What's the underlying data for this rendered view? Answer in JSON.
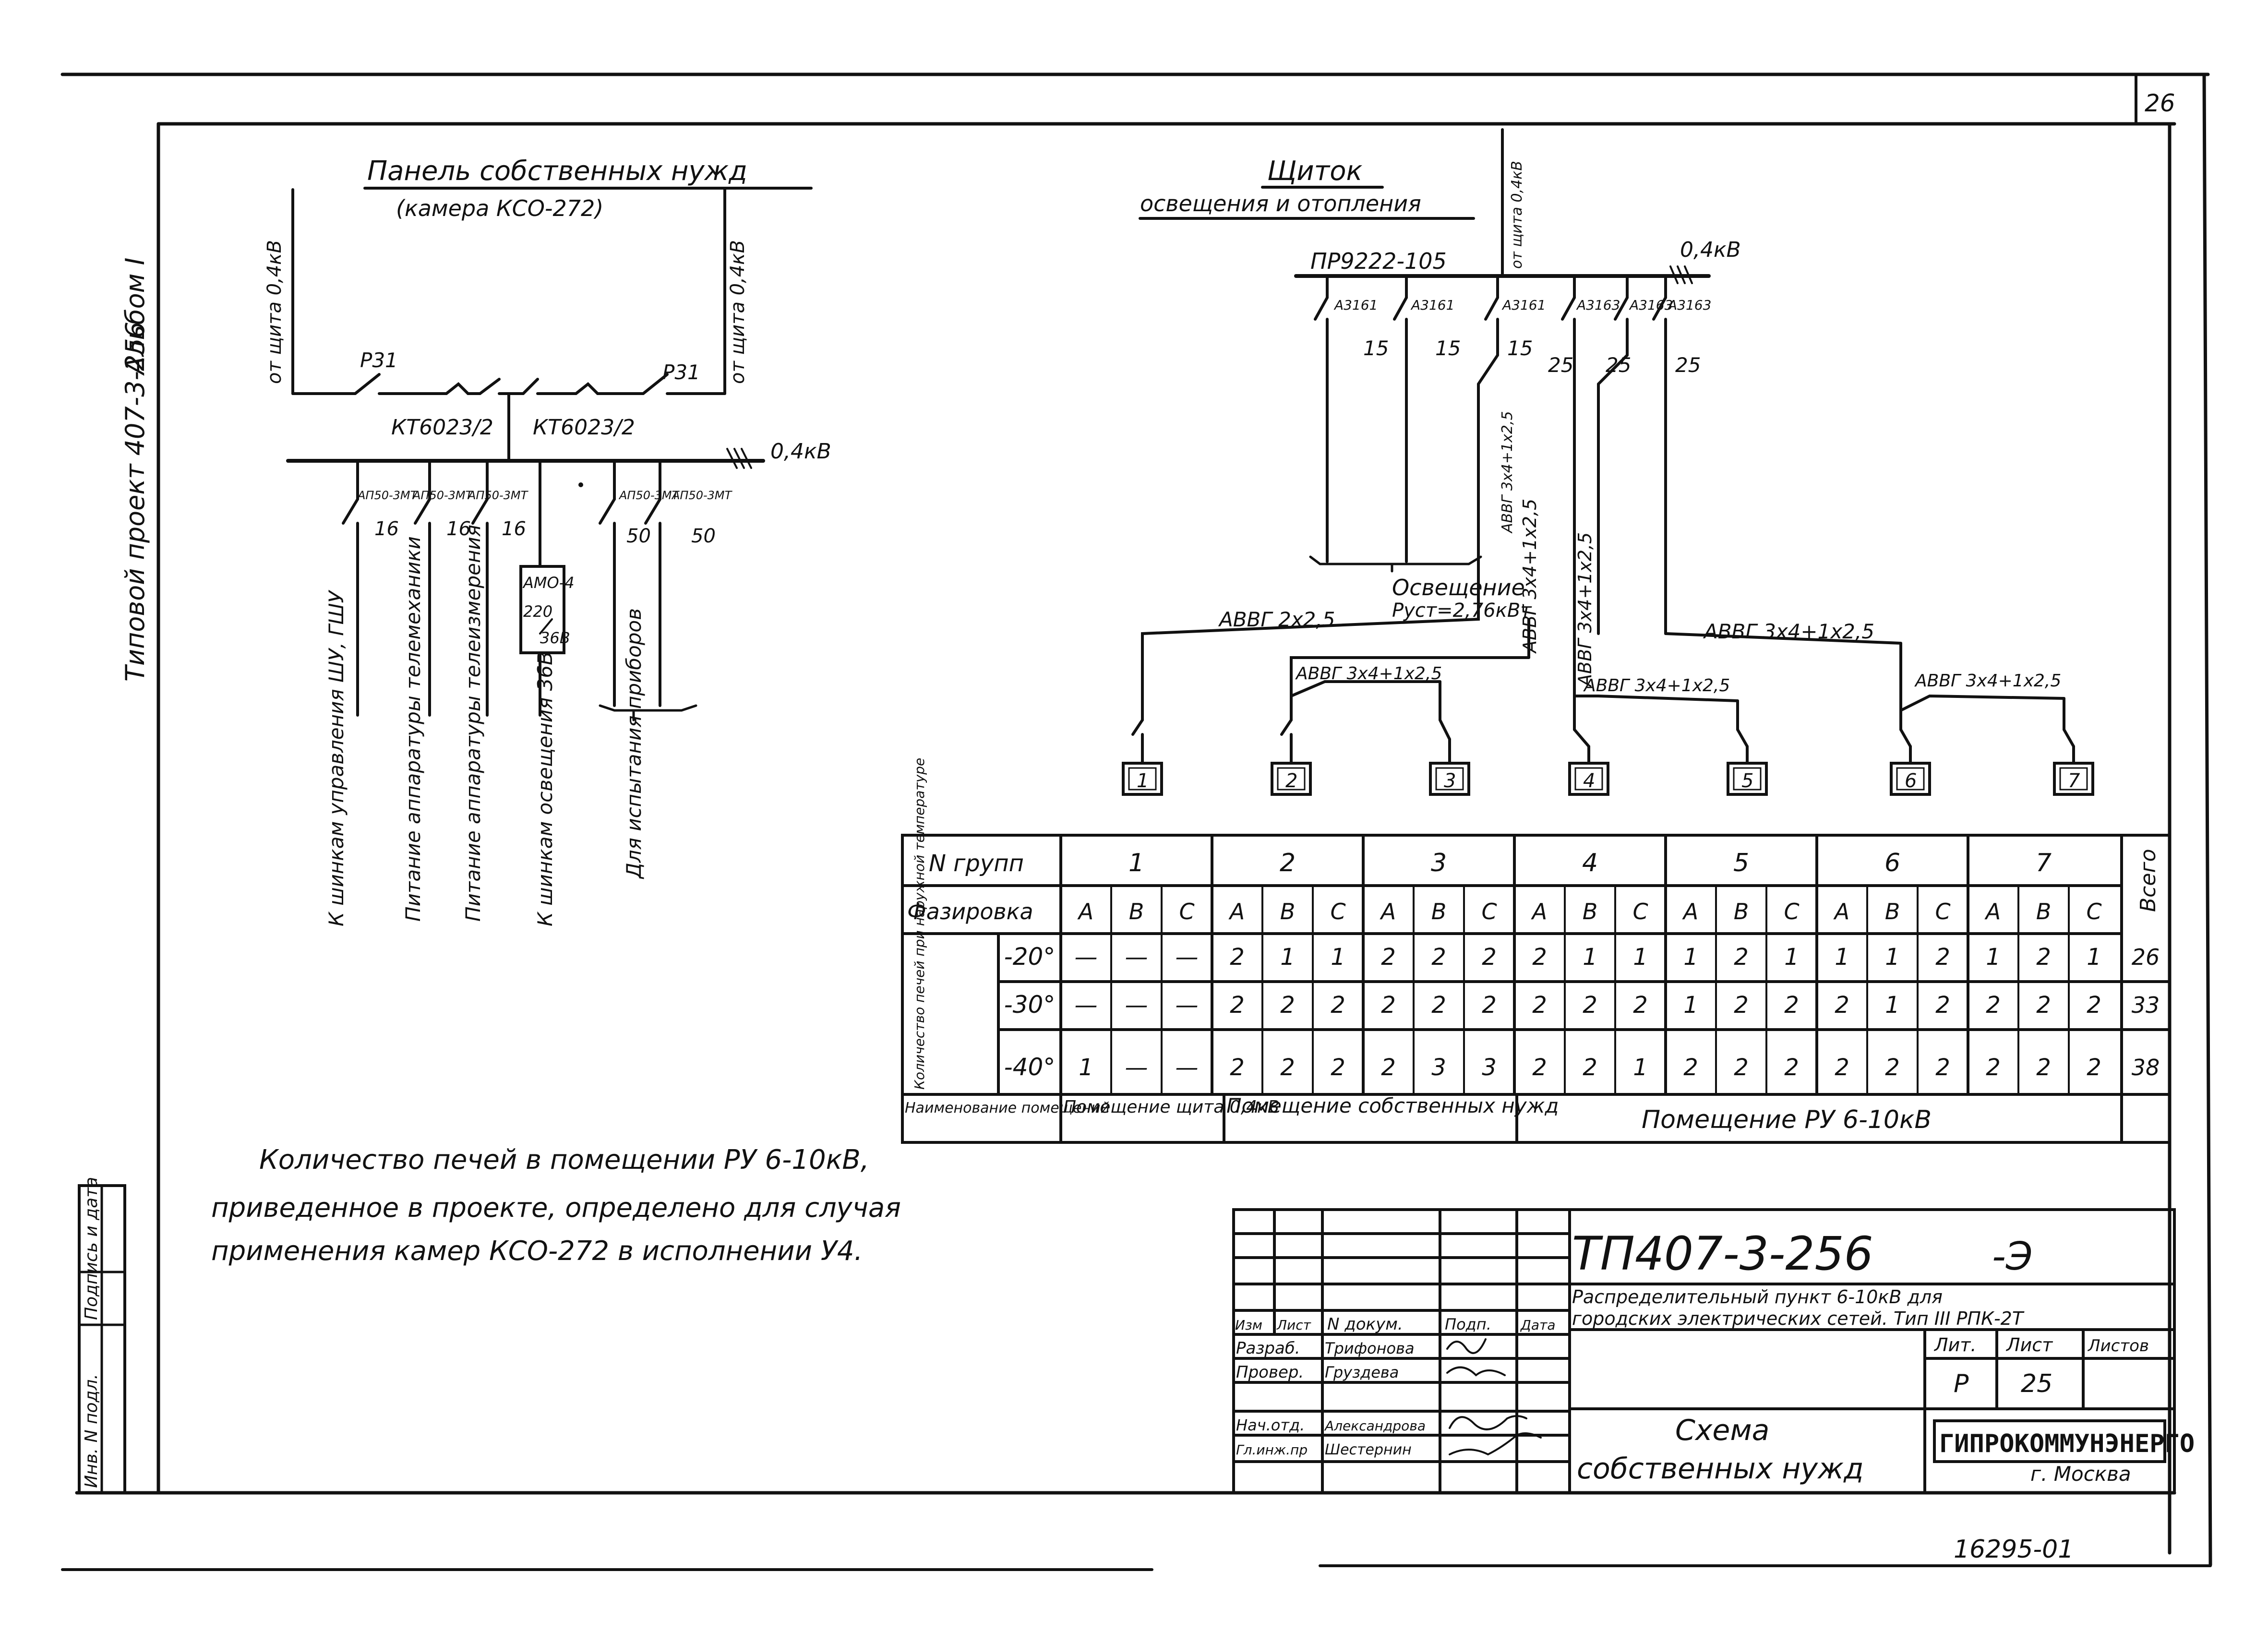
{
  "sheet_number": "26",
  "bottom_code": "16295-01",
  "side_labels": {
    "album": "Альбом I",
    "project": "Типовой проект 407-3-256"
  },
  "stamp_column": {
    "inv_original": "Инв. N подл.",
    "signature_date": "Подпись и дата"
  },
  "panel": {
    "title": "Панель собственных нужд",
    "subtitle": "(камера КСО-272)",
    "left_source": "от щита 0,4кВ",
    "right_source": "от щита 0,4кВ",
    "switch_left": "Р31",
    "switch_right": "Р31",
    "contactor_left": "КТ6023/2",
    "contactor_right": "КТ6023/2",
    "bus_voltage": "0,4кВ",
    "breakers": [
      "АП50-3МТ",
      "АП50-3МТ",
      "АП50-3МТ",
      "АП50-3МТ",
      "АП50-3МТ"
    ],
    "currents": [
      "16",
      "16",
      "16",
      "50",
      "50"
    ],
    "transformer": {
      "type": "АМО-4",
      "ratio_top": "220",
      "ratio_bottom": "36В"
    },
    "loads": [
      "К шинкам управления ШУ, ГШУ",
      "Питание аппаратуры телемеханики",
      "Питание аппаратуры телеизмерения",
      "К шинкам освещения 36В",
      "Для испытания приборов"
    ]
  },
  "shield": {
    "title": "Щиток",
    "subtitle": "освещения и отопления",
    "source": "от щита 0,4кВ",
    "type": "ПР9222-105",
    "bus_voltage": "0,4кВ",
    "breakers": [
      "А3161",
      "А3161",
      "А3161",
      "А3163",
      "А3163",
      "А3163"
    ],
    "currents": [
      "15",
      "15",
      "15",
      "25",
      "25",
      "25"
    ],
    "lighting_label": "Освещение",
    "lighting_power": "Руст=2,76кВт",
    "cable_lighting": "АВВГ 2х2,5",
    "cable_vertical_1": "АВВГ 3х4+1х2,5",
    "cable_vertical_2": "АВВГ 3х4+1х2,5",
    "cable_vertical_3": "АВВГ 3х4+1х2,5",
    "cable_long": "АВВГ 3х4+1х2,5",
    "cable_2_3": "АВВГ 3х4+1х2,5",
    "cable_4_5": "АВВГ 3х4+1х2,5",
    "cable_6_7": "АВВГ 3х4+1х2,5",
    "groups": [
      "1",
      "2",
      "3",
      "4",
      "5",
      "6",
      "7"
    ]
  },
  "table": {
    "group_header": "N групп",
    "phase_header": "Фазировка",
    "total_header": "Всего",
    "vertical_label": "Количество печей при наружной температуре",
    "groups": [
      "1",
      "2",
      "3",
      "4",
      "5",
      "6",
      "7"
    ],
    "phases": [
      "А",
      "В",
      "С"
    ],
    "rows": [
      {
        "temp": "-20°",
        "values": [
          "—",
          "—",
          "—",
          "2",
          "1",
          "1",
          "2",
          "2",
          "2",
          "2",
          "1",
          "1",
          "1",
          "2",
          "1",
          "1",
          "1",
          "2",
          "1",
          "2",
          "1"
        ],
        "total": "26"
      },
      {
        "temp": "-30°",
        "values": [
          "—",
          "—",
          "—",
          "2",
          "2",
          "2",
          "2",
          "2",
          "2",
          "2",
          "2",
          "2",
          "1",
          "2",
          "2",
          "2",
          "1",
          "2",
          "2",
          "2",
          "2"
        ],
        "total": "33"
      },
      {
        "temp": "-40°",
        "values": [
          "1",
          "—",
          "—",
          "2",
          "2",
          "2",
          "2",
          "3",
          "3",
          "2",
          "2",
          "1",
          "2",
          "2",
          "2",
          "2",
          "2",
          "2",
          "2",
          "2",
          "2"
        ],
        "total": "38"
      }
    ],
    "room_label": "Наименование помещений",
    "room_1": "Помещение щита 0,4кВ",
    "room_2": "Помещение собственных нужд",
    "room_3": "Помещение РУ 6-10кВ"
  },
  "note": [
    "Количество печей в помещении РУ 6-10кВ,",
    "приведенное в проекте, определено для случая",
    "применения камер КСО-272 в исполнении У4."
  ],
  "title_block": {
    "code": "ТП407-3-256",
    "suffix": "-Э",
    "description_1": "Распределительный пункт 6-10кВ для",
    "description_2": "городских электрических сетей. Тип III РПК-2Т",
    "col_headers": [
      "Изм",
      "Лист",
      "N докум.",
      "Подп.",
      "Дата"
    ],
    "roles": [
      {
        "role": "Разраб.",
        "name": "Трифонова"
      },
      {
        "role": "Провер.",
        "name": "Груздева"
      },
      {
        "role": "Нач.отд.",
        "name": "Александрова"
      },
      {
        "role": "Гл.инж.пр",
        "name": "Шестернин"
      }
    ],
    "lit_header": "Лит.",
    "sheet_header": "Лист",
    "sheets_header": "Листов",
    "lit_value": "Р",
    "sheet_value": "25",
    "drawing_title_1": "Схема",
    "drawing_title_2": "собственных нужд",
    "org": "ГИПРОКОММУНЭНЕРГО",
    "city": "г. Москва"
  }
}
